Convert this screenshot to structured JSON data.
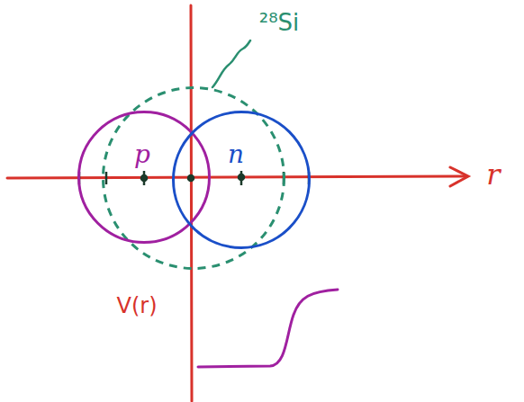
{
  "diagram": {
    "nodes": [
      {
        "text": [
          "²⁸Si"
        ]
      },
      {
        "text": [
          "p"
        ]
      },
      {
        "text": [
          "n"
        ]
      }
    ],
    "labels": [
      "r",
      "V(r)"
    ]
  }
}
